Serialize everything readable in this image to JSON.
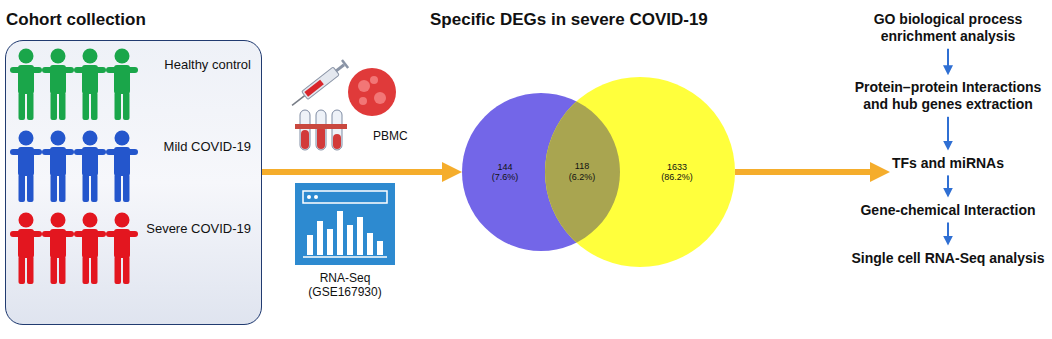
{
  "diagram": {
    "nodes": [
      {
        "text": [
          "Cohort collection",
          "Healthy control",
          "Mild COVID-19",
          "Severe COVID-19"
        ]
      },
      {
        "text": [
          "144 (7.6%)"
        ]
      },
      {
        "text": [
          "1633 (86.2%)"
        ]
      },
      {
        "text": [
          "GO biological process enrichment analysis"
        ]
      },
      {
        "text": [
          "Protein–protein Interactions and hub genes extraction"
        ]
      },
      {
        "text": [
          "TFs and miRNAs"
        ]
      },
      {
        "text": [
          "Gene-chemical Interaction"
        ]
      },
      {
        "text": [
          "Single cell RNA-Seq analysis"
        ]
      }
    ],
    "edges": [
      {
        "from": 0,
        "to": 1,
        "arrow": "to"
      },
      {
        "from": 2,
        "to": 5,
        "arrow": "to"
      },
      {
        "from": 3,
        "to": 4,
        "arrow": "to"
      },
      {
        "from": 4,
        "to": 5,
        "arrow": "to"
      },
      {
        "from": 5,
        "to": 6,
        "arrow": "to"
      },
      {
        "from": 6,
        "to": 7,
        "arrow": "to"
      }
    ],
    "labels": [
      "Specific DEGs in severe COVID-19",
      "PBMC",
      "RNA-Seq (GSE167930)",
      "118 (6.2%)"
    ]
  }
}
